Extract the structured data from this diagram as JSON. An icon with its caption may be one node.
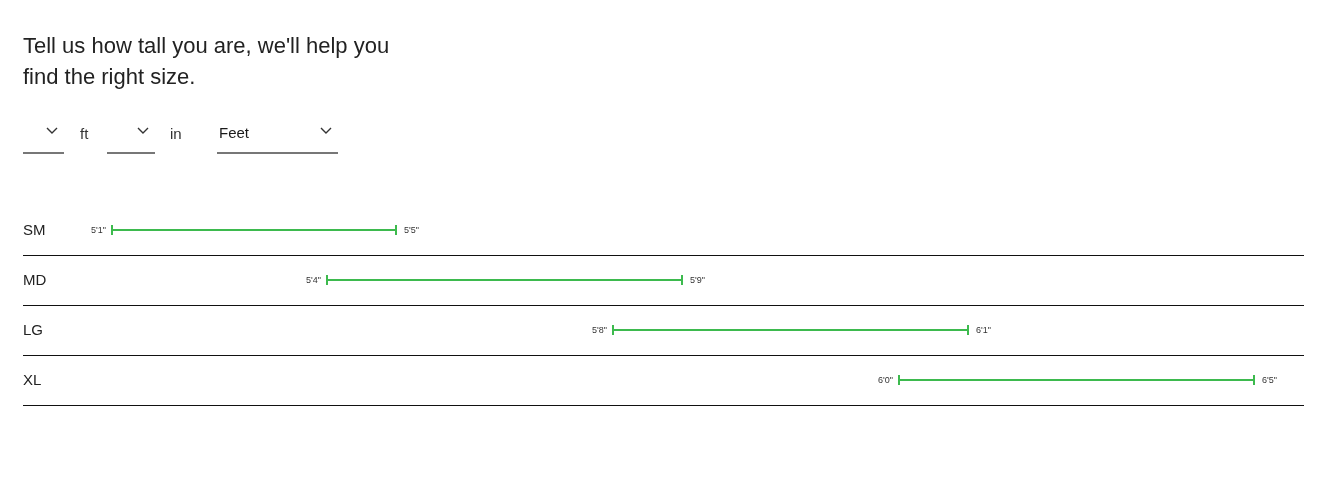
{
  "diagram": {
    "title": "Tell us how tall you are, we'll help you find the right size.",
    "nodes": [
      {
        "text": [
          "5'1\""
        ]
      },
      {
        "text": [
          "5'5\""
        ]
      },
      {
        "text": [
          "5'4\""
        ]
      },
      {
        "text": [
          "5'9\""
        ]
      },
      {
        "text": [
          "5'8\""
        ]
      },
      {
        "text": [
          "6'1\""
        ]
      },
      {
        "text": [
          "6'0\""
        ]
      },
      {
        "text": [
          "6'5\""
        ]
      }
    ],
    "edges": [
      {
        "from": 0,
        "to": 1,
        "arrow": "other",
        "color": "#3dba4e"
      },
      {
        "from": 2,
        "to": 3,
        "arrow": "other",
        "color": "#3dba4e"
      },
      {
        "from": 4,
        "to": 5,
        "arrow": "other",
        "color": "#3dba4e"
      },
      {
        "from": 6,
        "to": 7,
        "arrow": "other",
        "color": "#3dba4e"
      }
    ],
    "labels": [
      "ft",
      "in",
      "Feet",
      "SM",
      "MD",
      "LG",
      "XL"
    ]
  }
}
